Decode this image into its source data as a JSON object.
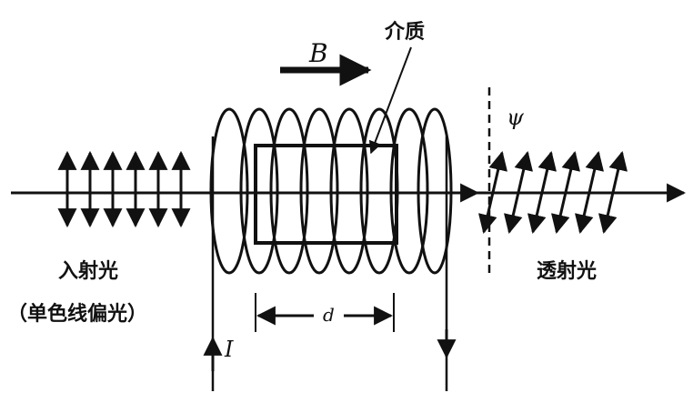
{
  "labels": {
    "medium": "介质",
    "magnetic_field": "B",
    "incident_light": "入射光",
    "incident_note": "（单色线偏光）",
    "transmitted_light": "透射光",
    "rotation_angle": "ψ",
    "length": "d",
    "current": "I"
  },
  "colors": {
    "ink": "#111111",
    "background": "#ffffff"
  }
}
